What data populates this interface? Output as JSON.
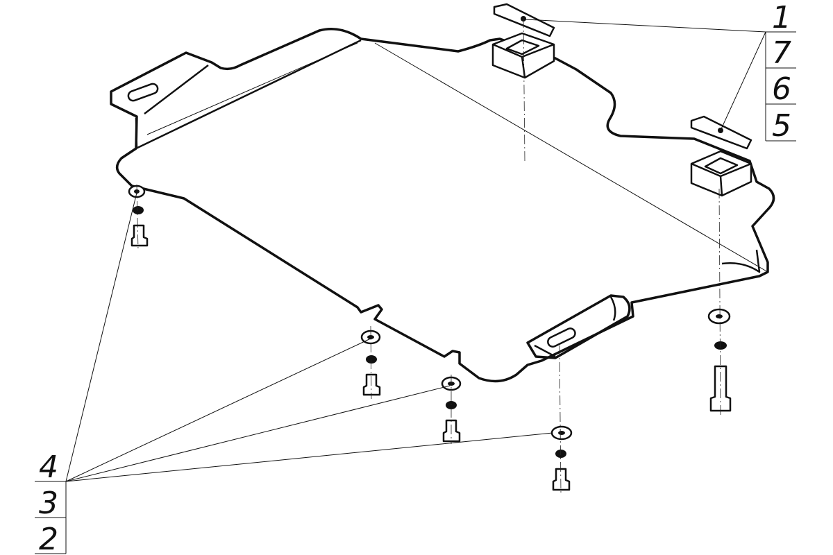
{
  "callouts_right": [
    {
      "label": "1"
    },
    {
      "label": "7"
    },
    {
      "label": "6"
    },
    {
      "label": "5"
    }
  ],
  "callouts_left": [
    {
      "label": "4"
    },
    {
      "label": "3"
    },
    {
      "label": "2"
    }
  ],
  "colors": {
    "line": "#111111",
    "background": "#ffffff"
  }
}
